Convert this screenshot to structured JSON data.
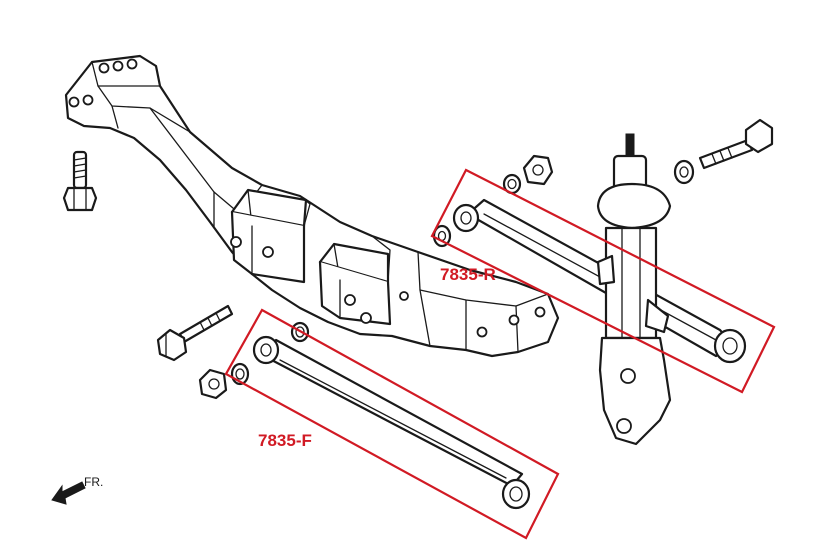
{
  "colors": {
    "line": "#1a1a1a",
    "accent": "#d11a24",
    "background": "#ffffff"
  },
  "labels": {
    "rear_arm": "7835-R",
    "front_arm": "7835-F",
    "direction": "FR."
  },
  "icons": {
    "direction_arrow": "arrow-left-down-icon"
  }
}
